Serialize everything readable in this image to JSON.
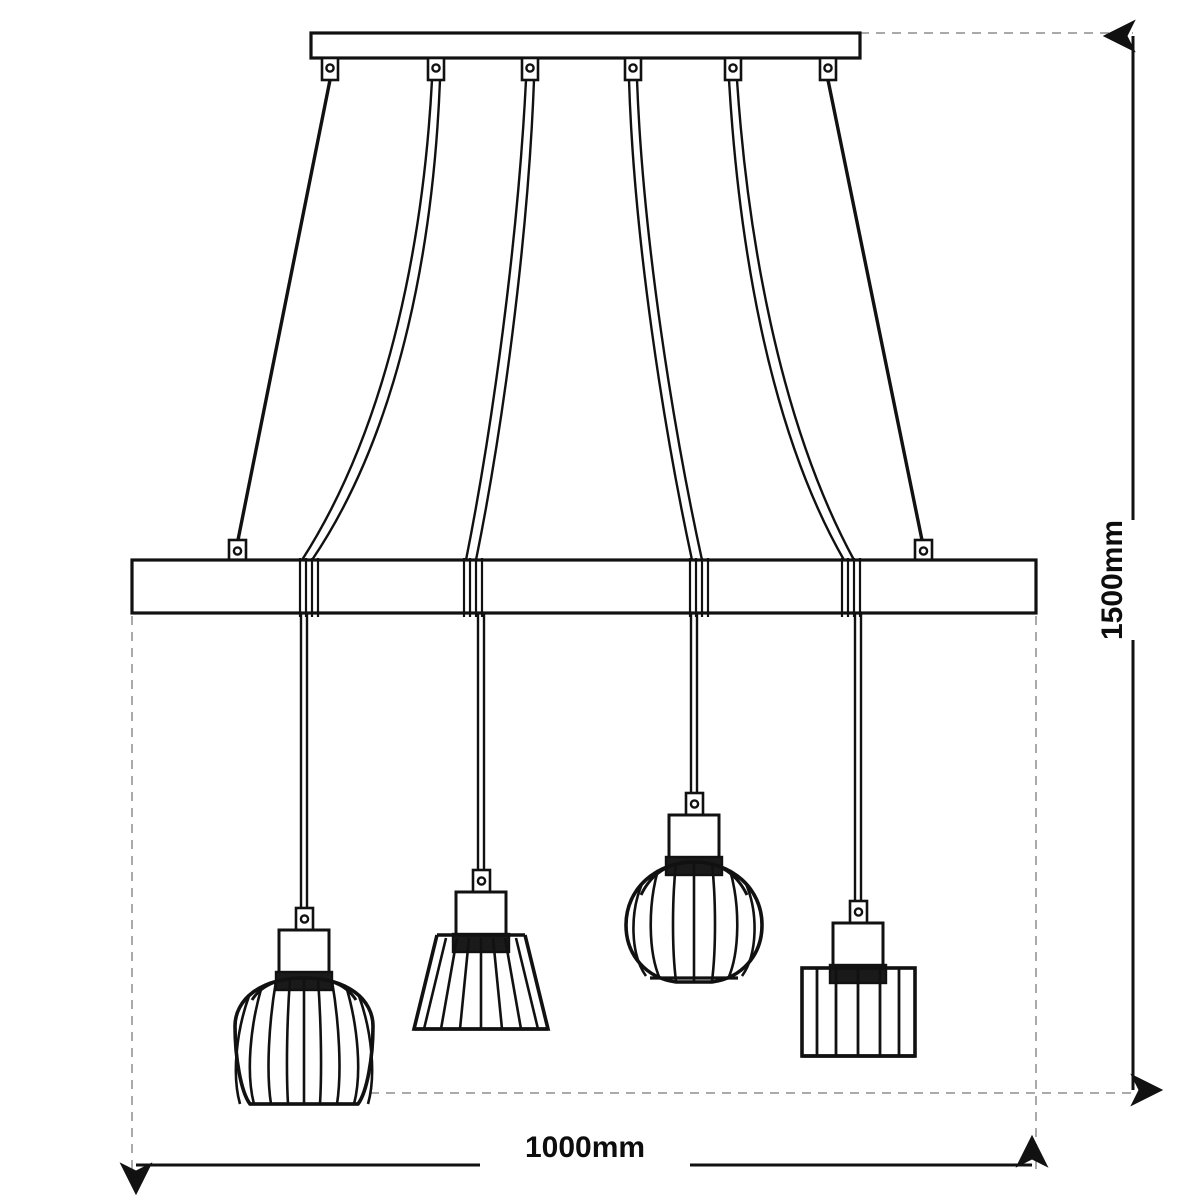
{
  "drawing": {
    "type": "technical-dimension-drawing",
    "subject": "multi-pendant cage ceiling light",
    "background_color": "#ffffff",
    "line_color": "#111111",
    "guide_color": "#aaaaaa",
    "fill_color": "#ffffff",
    "dark_fill_color": "#1a1a1a"
  },
  "dimensions": {
    "height": {
      "label": "1500mm",
      "orientation": "vertical",
      "value": 1500,
      "unit": "mm"
    },
    "width": {
      "label": "1000mm",
      "orientation": "horizontal",
      "value": 1000,
      "unit": "mm"
    }
  },
  "parts": {
    "ceiling_plate": {
      "name": "ceiling mounting plate",
      "anchor_count": 6
    },
    "crossbar": {
      "name": "horizontal support bar",
      "wrap_points": 4
    },
    "cables": {
      "support_wire_count": 2,
      "power_cable_count": 4,
      "total": 6
    },
    "pendants": [
      {
        "id": 1,
        "shade_shape": "tapered-oval-cage",
        "rib_count": 11
      },
      {
        "id": 2,
        "shade_shape": "cone-cage",
        "rib_count": 9
      },
      {
        "id": 3,
        "shade_shape": "oblate-globe-cage",
        "rib_count": 9
      },
      {
        "id": 4,
        "shade_shape": "cylinder-cage",
        "rib_count": 7
      }
    ]
  }
}
